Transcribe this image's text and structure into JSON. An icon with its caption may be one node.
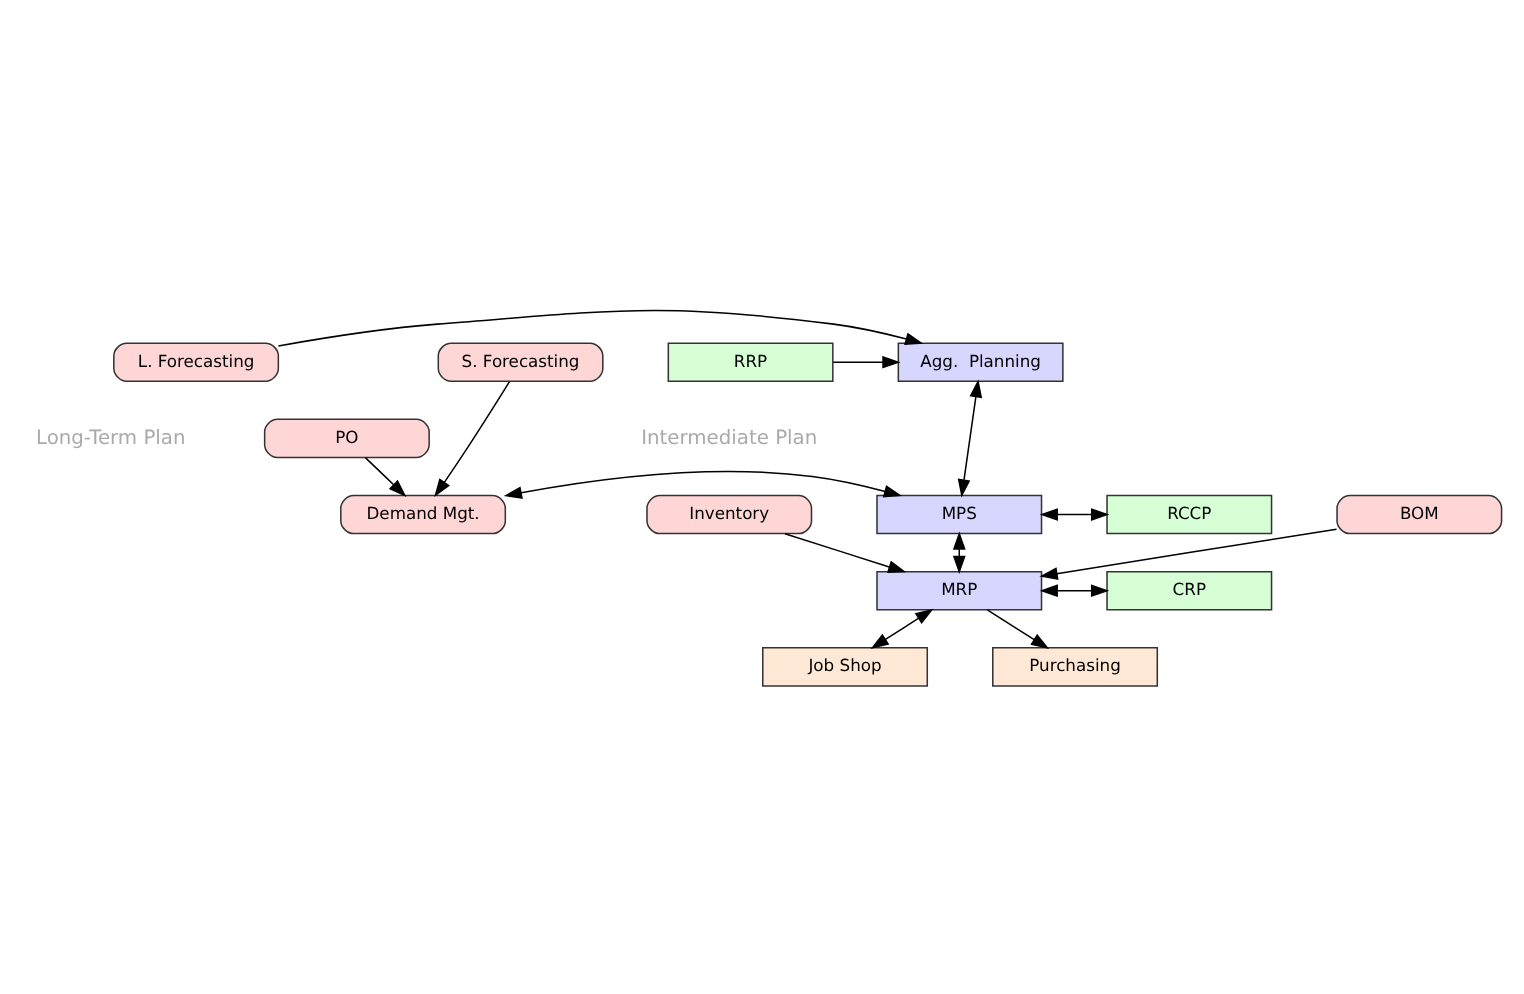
{
  "diagram": {
    "nodes": [
      {
        "text": [
          "L. Forecasting"
        ]
      },
      {
        "text": [
          "Agg.  Planning"
        ]
      },
      {
        "text": [
          "RRP"
        ]
      },
      {
        "text": [
          "PO"
        ]
      },
      {
        "text": [
          "Demand Mgt."
        ]
      },
      {
        "text": [
          "MPS"
        ]
      },
      {
        "text": [
          "RCCP"
        ]
      },
      {
        "text": [
          "S. Forecasting"
        ]
      },
      {
        "text": [
          "BOM"
        ]
      },
      {
        "text": [
          "MRP"
        ]
      },
      {
        "text": [
          "CRP"
        ]
      },
      {
        "text": [
          "Inventory"
        ]
      },
      {
        "text": [
          "Job Shop"
        ]
      },
      {
        "text": [
          "Purchasing"
        ]
      }
    ],
    "edges": [
      {
        "from": 0,
        "to": 1,
        "arrow": "to"
      },
      {
        "from": 2,
        "to": 1,
        "arrow": "to"
      },
      {
        "from": 1,
        "to": 5,
        "arrow": "both"
      },
      {
        "from": 3,
        "to": 4,
        "arrow": "to"
      },
      {
        "from": 7,
        "to": 4,
        "arrow": "to"
      },
      {
        "from": 4,
        "to": 5,
        "arrow": "both"
      },
      {
        "from": 5,
        "to": 6,
        "arrow": "both"
      },
      {
        "from": 5,
        "to": 9,
        "arrow": "both"
      },
      {
        "from": 8,
        "to": 9,
        "arrow": "to"
      },
      {
        "from": 11,
        "to": 9,
        "arrow": "to"
      },
      {
        "from": 9,
        "to": 10,
        "arrow": "both"
      },
      {
        "from": 9,
        "to": 12,
        "arrow": "both"
      },
      {
        "from": 9,
        "to": 13,
        "arrow": "to"
      }
    ],
    "labels": [
      "Long-Term Plan",
      "Intermediate Plan"
    ]
  }
}
